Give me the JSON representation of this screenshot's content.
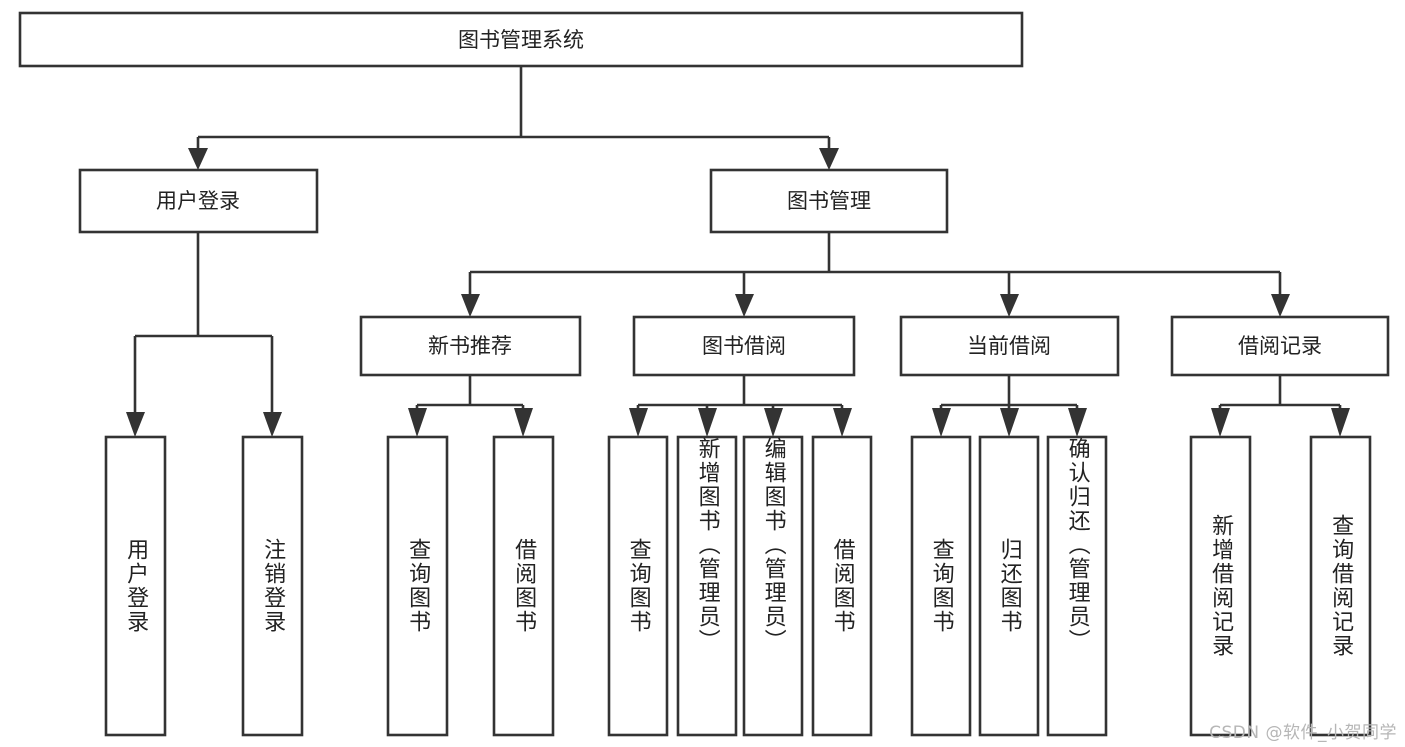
{
  "diagram": {
    "title_node": {
      "label": "图书管理系统"
    },
    "level2": [
      {
        "id": "user-login",
        "label": "用户登录"
      },
      {
        "id": "book-management",
        "label": "图书管理"
      }
    ],
    "level3": [
      {
        "id": "new-book-recommend",
        "label": "新书推荐"
      },
      {
        "id": "book-borrow",
        "label": "图书借阅"
      },
      {
        "id": "current-borrow",
        "label": "当前借阅"
      },
      {
        "id": "borrow-record",
        "label": "借阅记录"
      }
    ],
    "leaves": [
      {
        "id": "leaf-user-login",
        "parent": "user-login",
        "label": "用户登录"
      },
      {
        "id": "leaf-logout-login",
        "parent": "user-login",
        "label": "注销登录"
      },
      {
        "id": "leaf-query-book-1",
        "parent": "new-book-recommend",
        "label": "查询图书"
      },
      {
        "id": "leaf-borrow-book-1",
        "parent": "new-book-recommend",
        "label": "借阅图书"
      },
      {
        "id": "leaf-query-book-2",
        "parent": "book-borrow",
        "label": "查询图书"
      },
      {
        "id": "leaf-add-book",
        "parent": "book-borrow",
        "label": "新增图书（管理员）"
      },
      {
        "id": "leaf-edit-book",
        "parent": "book-borrow",
        "label": "编辑图书（管理员）"
      },
      {
        "id": "leaf-borrow-book-2",
        "parent": "book-borrow",
        "label": "借阅图书"
      },
      {
        "id": "leaf-query-book-3",
        "parent": "current-borrow",
        "label": "查询图书"
      },
      {
        "id": "leaf-return-book",
        "parent": "current-borrow",
        "label": "归还图书"
      },
      {
        "id": "leaf-confirm-return",
        "parent": "current-borrow",
        "label": "确认归还（管理员）"
      },
      {
        "id": "leaf-add-record",
        "parent": "borrow-record",
        "label": "新增借阅记录"
      },
      {
        "id": "leaf-query-record",
        "parent": "borrow-record",
        "label": "查询借阅记录"
      }
    ],
    "watermark": "CSDN @软件_小贺同学",
    "colors": {
      "stroke": "#333333",
      "box_fill": "#ffffff",
      "text": "#222222",
      "watermark": "#b6b6b6",
      "background": "#ffffff"
    }
  }
}
